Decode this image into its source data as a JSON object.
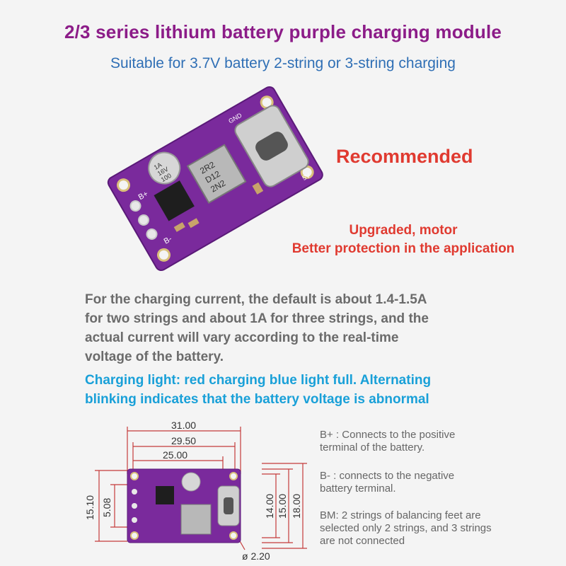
{
  "header": {
    "title": "2/3 series lithium battery purple charging module",
    "subtitle": "Suitable for 3.7V battery 2-string or 3-string charging"
  },
  "callouts": {
    "recommended": "Recommended",
    "upgrade_line1": "Upgraded, motor",
    "upgrade_line2": "Better protection in the application"
  },
  "description": [
    "For the charging current, the default is about 1.4-1.5A",
    "for two strings and about 1A for three strings, and the",
    "actual current will vary according to the real-time",
    "voltage of the battery."
  ],
  "charging_light": [
    "Charging light: red charging blue light full. Alternating",
    "blinking indicates that the battery voltage is abnormal"
  ],
  "board_top": {
    "pin_bplus": "B+",
    "pin_bminus": "B-",
    "pin_gnd": "GND",
    "pin_v": "5V",
    "cap_text": [
      "1A",
      "16V",
      "100"
    ],
    "inductor_text": [
      "2R2",
      "D12",
      "2N2"
    ]
  },
  "dimensions": {
    "d1": "31.00",
    "d2": "29.50",
    "d3": "25.00",
    "h1": "15.10",
    "h2": "5.08",
    "h3": "14.00",
    "h4": "15.00",
    "h5": "18.00",
    "hole": "ø 2.20"
  },
  "notes": {
    "bplus": [
      "B+ : Connects to the positive",
      "terminal of the battery."
    ],
    "bminus": [
      "B- : connects to the negative",
      "battery terminal."
    ],
    "bm": [
      "BM: 2 strings of balancing feet are",
      "selected only 2 strings, and 3 strings",
      "are not connected"
    ]
  },
  "colors": {
    "title": "#8c1c88",
    "subtitle": "#2f6fb5",
    "accent_red": "#e03a30",
    "accent_blue": "#19a0d8",
    "pcb_purple": "#7a2a9c"
  }
}
